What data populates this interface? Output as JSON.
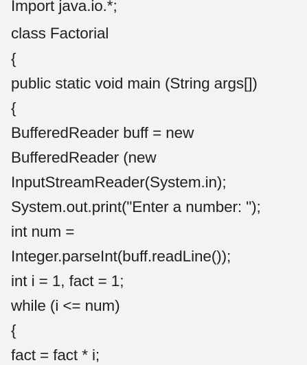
{
  "code": {
    "lines": [
      "Import java.io.*;",
      "class Factorial",
      "{",
      "public static void main (String args[])",
      "{",
      "BufferedReader buff = new",
      "BufferedReader (new",
      "InputStreamReader(System.in);",
      "System.out.print(\"Enter a number: \");",
      "int num =",
      "Integer.parseInt(buff.readLine());",
      "int i = 1, fact = 1;",
      "while (i <= num)",
      "{",
      "fact = fact * i;"
    ]
  }
}
